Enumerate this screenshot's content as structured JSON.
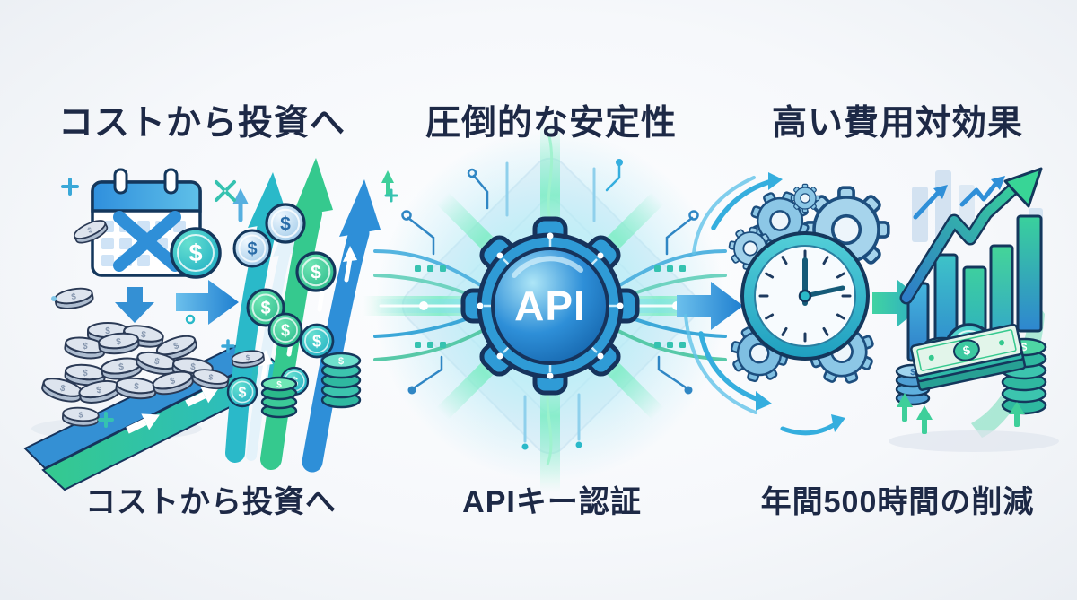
{
  "sections": [
    {
      "id": "cost-to-investment",
      "heading": "コストから投資へ",
      "caption": "コストから投資へ"
    },
    {
      "id": "stability",
      "heading": "圧倒的な安定性",
      "caption": "APIキー認証"
    },
    {
      "id": "cost-effectiveness",
      "heading": "高い費用対効果",
      "caption": "年間500時間の削減"
    }
  ],
  "hub": {
    "label": "API"
  },
  "symbols": {
    "dollar": "$"
  },
  "colors": {
    "heading_text": "#1d2946",
    "outline_navy": "#16335c",
    "blue": "#2e8fd8",
    "teal": "#2ab9c9",
    "green": "#35c98e",
    "glow_cyan": "#8ef0cf",
    "coin_grey": "#dde4ee",
    "background": "#f6f8fb"
  },
  "icons": [
    "calendar-cancel-icon",
    "dollar-coin-icon",
    "down-arrow-icon",
    "coin-pile-icon",
    "flow-arrow-icon",
    "growth-ramp-icon",
    "growth-arrows-icon",
    "coin-stack-icon",
    "api-gear-icon",
    "circuit-lines-icon",
    "glow-burst",
    "clock-icon",
    "gear-icon",
    "speed-swoosh-icon",
    "bar-chart-icon",
    "trend-arrow-icon",
    "banknote-icon",
    "crypto-coin-icon",
    "up-arrow-icon",
    "plus-sparkle-icon"
  ]
}
